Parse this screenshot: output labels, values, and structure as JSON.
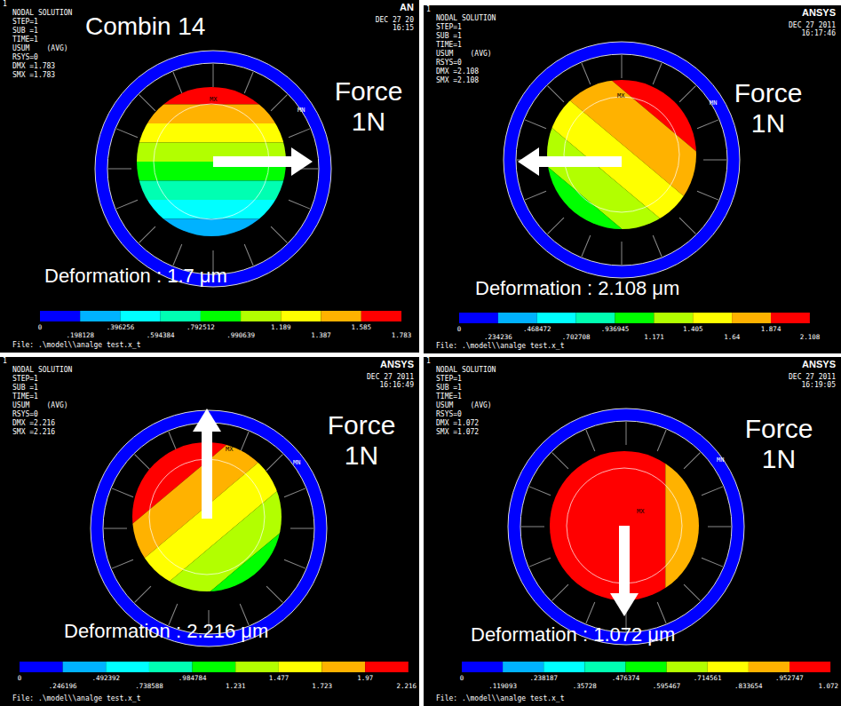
{
  "diagram": {
    "nodes": [
      {
        "text": [
          "NODAL SOLUTION",
          "STEP=1",
          "SUB =1",
          "TIME=1",
          "USUM    (AVG)",
          "RSYS=0",
          "DMX =1.783",
          "SMX =1.783",
          "1",
          "AN",
          "DEC 27 20",
          "16:15",
          "MX",
          "MN",
          "Force 1N",
          "Deformation : 1.7 μm",
          "0",
          ".198128",
          ".396256",
          ".594384",
          ".792512",
          ".990639",
          "1.189",
          "1.387",
          "1.585",
          "1.783",
          "File: .\\model\\\\analge test.x_t",
          "Combin 14"
        ]
      },
      {
        "text": [
          "NODAL SOLUTION",
          "STEP=1",
          "SUB =1",
          "TIME=1",
          "USUM    (AVG)",
          "RSYS=0",
          "DMX =2.108",
          "SMX =2.108",
          "1",
          "ANSYS",
          "DEC 27 2011",
          "16:17:46",
          "MX",
          "MN",
          "Force 1N",
          "Deformation : 2.108 μm",
          "0",
          ".234236",
          ".468472",
          ".702708",
          ".936945",
          "1.171",
          "1.405",
          "1.64",
          "1.874",
          "2.108",
          "File: .\\model\\\\analge test.x_t"
        ]
      },
      {
        "text": [
          "NODAL SOLUTION",
          "STEP=1",
          "SUB =1",
          "TIME=1",
          "USUM    (AVG)",
          "RSYS=0",
          "DMX =2.216",
          "SMX =2.216",
          "1",
          "ANSYS",
          "DEC 27 2011",
          "16:16:49",
          "MX",
          "MN",
          "Force 1N",
          "Deformation : 2.216 μm",
          "0",
          ".246196",
          ".492392",
          ".738588",
          ".984784",
          "1.231",
          "1.477",
          "1.723",
          "1.97",
          "2.216",
          "File: .\\model\\\\analge test.x_t"
        ]
      },
      {
        "text": [
          "NODAL SOLUTION",
          "STEP=1",
          "SUB =1",
          "TIME=1",
          "USUM    (AVG)",
          "RSYS=0",
          "DMX =1.072",
          "SMX =1.072",
          "1",
          "ANSYS",
          "DEC 27 2011",
          "16:19:05",
          "MX",
          "MN",
          "Force 1N",
          "Deformation : 1.072 μm",
          "0",
          ".119093",
          ".238187",
          ".35728",
          ".476374",
          ".595467",
          ".714561",
          ".833654",
          ".952747",
          "1.072",
          "File: .\\model\\\\analge test.x_t"
        ]
      }
    ]
  }
}
